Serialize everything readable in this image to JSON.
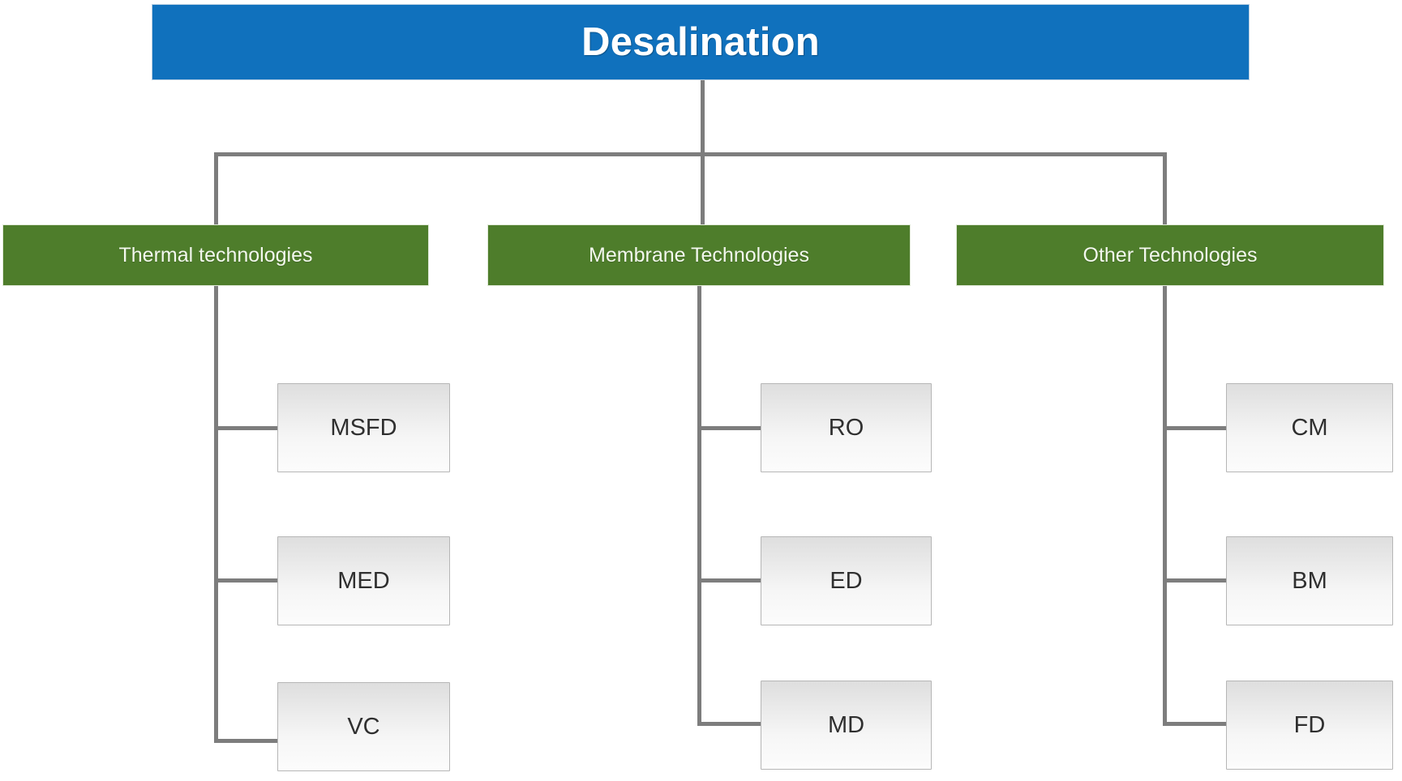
{
  "diagram": {
    "title": "Desalination",
    "root": {
      "id": "desalination",
      "label": "Desalination",
      "color": "#1071bd",
      "text_color": "#ffffff"
    },
    "categories": [
      {
        "id": "thermal",
        "label": "Thermal technologies",
        "color": "#4e7d2b",
        "text_color": "#f3f8ee",
        "children": [
          {
            "id": "msfd",
            "label": "MSFD"
          },
          {
            "id": "med",
            "label": "MED"
          },
          {
            "id": "vc",
            "label": "VC"
          }
        ]
      },
      {
        "id": "membrane",
        "label": "Membrane Technologies",
        "color": "#4e7d2b",
        "text_color": "#f3f8ee",
        "children": [
          {
            "id": "ro",
            "label": "RO"
          },
          {
            "id": "ed",
            "label": "ED"
          },
          {
            "id": "md",
            "label": "MD"
          }
        ]
      },
      {
        "id": "other",
        "label": "Other Technologies",
        "color": "#4e7d2b",
        "text_color": "#f3f8ee",
        "children": [
          {
            "id": "cm",
            "label": "CM"
          },
          {
            "id": "bm",
            "label": "BM"
          },
          {
            "id": "fd",
            "label": "FD"
          }
        ]
      }
    ],
    "connector_color": "#7d7d7d",
    "leaf_border_color": "#b6b6b6",
    "background": "#ffffff"
  }
}
